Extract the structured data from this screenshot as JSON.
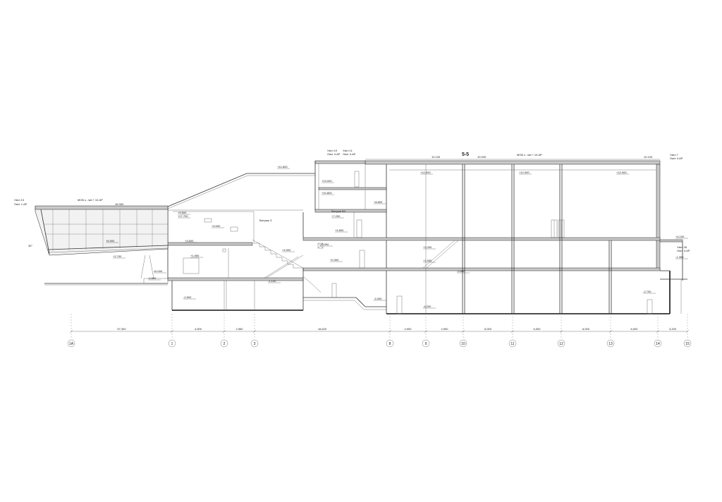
{
  "section_title": "5-5",
  "grid_axes": [
    "1А",
    "1",
    "2",
    "3",
    "8",
    "9",
    "10",
    "11",
    "12",
    "13",
    "14",
    "15"
  ],
  "grid_spans": [
    "57,300",
    "4,900",
    "2,960",
    "16,620",
    "4,900",
    "4,900",
    "6,000",
    "6,000",
    "6,000",
    "6,000",
    "3,200"
  ],
  "roof_labels": [
    "10.100",
    "10.000",
    "МОБ с. лит.+ 10.АР",
    "10.100"
  ],
  "left_canopy_labels": [
    "МОБ с. лит.+ 10.АР",
    "16.300",
    "Узел 13",
    "Лист 1.АР"
  ],
  "elevation_marks": [
    "+12.600",
    "+17.700",
    "+9.500",
    "+9.000",
    "+6.500",
    "+4.500",
    "+3.600",
    "+2.700",
    "+1.950",
    "±0.000",
    "-0.500",
    "-1.100",
    "-2.500",
    "-3.300",
    "-4.200",
    "+13.000",
    "+10.800",
    "+8.800",
    "+7.200",
    "+4.800",
    "+3.900",
    "+0.300",
    "+1.500",
    "-0.600",
    "+12.000",
    "+12.000",
    "+12.000",
    "+3.200",
    "-2.700",
    "-1.350",
    "+4.100"
  ],
  "callouts": [
    "Узел 10",
    "Лист 4.АР",
    "Узел 11",
    "Лист 4.АР",
    "Узел 7",
    "Лист 4.АР",
    "Витраж 3",
    "Витраж В3",
    "Узел 26",
    "Лист 4.АР"
  ],
  "angle_label": "30°"
}
